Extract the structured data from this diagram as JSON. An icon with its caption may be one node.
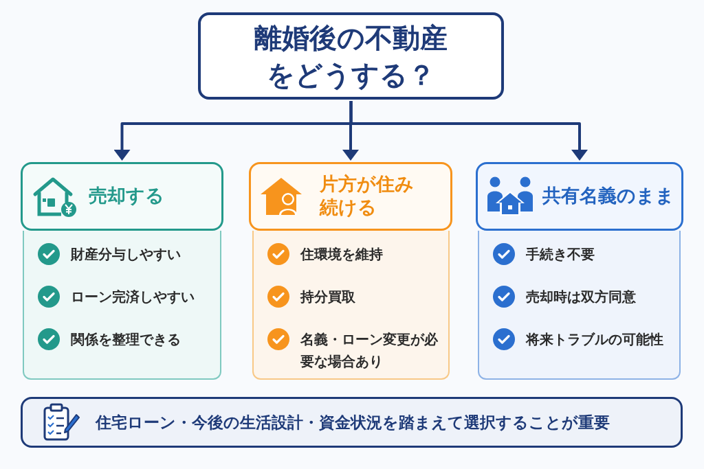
{
  "diagram": {
    "nodes": [
      {
        "text": [
          "離婚後の不動産をどうする？"
        ]
      },
      {
        "text": [
          "売却する"
        ]
      },
      {
        "text": [
          "片方が住み続ける"
        ]
      },
      {
        "text": [
          "共有名義のまま"
        ]
      },
      {
        "text": [
          "財産分与しやすい",
          "ローン完済しやすい",
          "関係を整理できる"
        ]
      },
      {
        "text": [
          "住環境を維持",
          "持分買取",
          "名義・ローン変更が必要な場合あり"
        ]
      },
      {
        "text": [
          "手続き不要",
          "売却時は双方同意",
          "将来トラブルの可能性"
        ]
      },
      {
        "text": [
          "住宅ローン・今後の生活設計・資金状況を踏まえて選択することが重要"
        ]
      }
    ],
    "edges": [
      {
        "from": 0,
        "to": 1,
        "arrow": "to"
      },
      {
        "from": 0,
        "to": 2,
        "arrow": "to"
      },
      {
        "from": 0,
        "to": 3,
        "arrow": "to"
      }
    ]
  }
}
